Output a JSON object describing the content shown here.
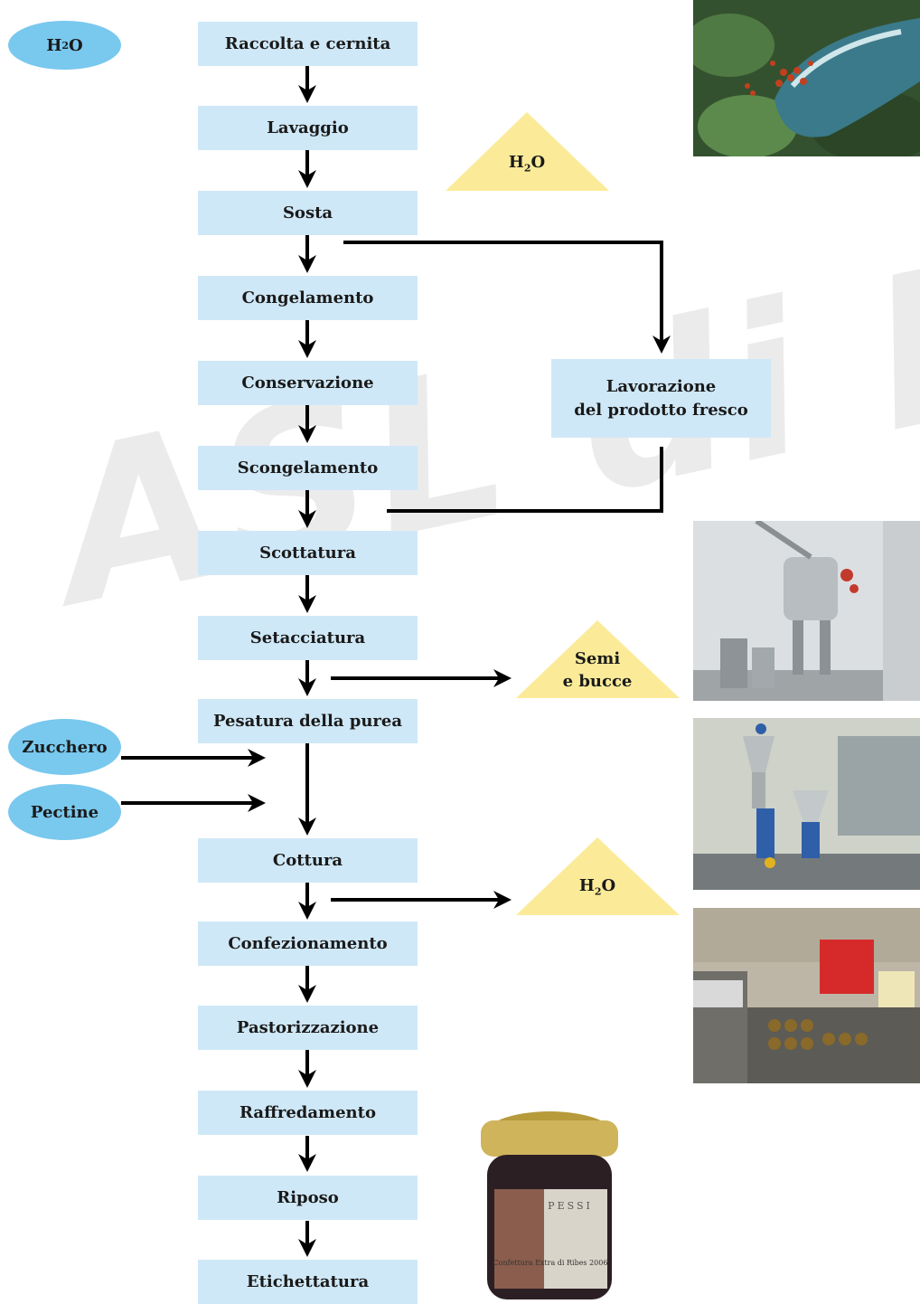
{
  "watermark": "ASL di Brescia",
  "steps": [
    "Raccolta e cernita",
    "Lavaggio",
    "Sosta",
    "Congelamento",
    "Conservazione",
    "Scongelamento",
    "Scottatura",
    "Setacciatura",
    "Pesatura della purea",
    "Cottura",
    "Confezionamento",
    "Pastorizzazione",
    "Raffredamento",
    "Riposo",
    "Etichettatura"
  ],
  "fresh_box": {
    "line1": "Lavorazione",
    "line2": "del prodotto fresco"
  },
  "inputs": {
    "water_main": "H",
    "water_sub": "2",
    "water_end": "O",
    "sugar": "Zucchero",
    "pectin": "Pectine"
  },
  "outputs": {
    "water1_main": "H",
    "water1_sub": "2",
    "water1_end": "O",
    "seeds_line1": "Semi",
    "seeds_line2": "e bucce",
    "water2_main": "H",
    "water2_sub": "2",
    "water2_end": "O"
  },
  "colors": {
    "step_fill": "#cfe8f7",
    "input_oval": "#79c8ee",
    "output_triangle": "#fbeb99",
    "arrow": "#000000"
  },
  "jar_label": {
    "brand": "PESSI",
    "text": "Confettura Extra di Ribes 2006"
  }
}
